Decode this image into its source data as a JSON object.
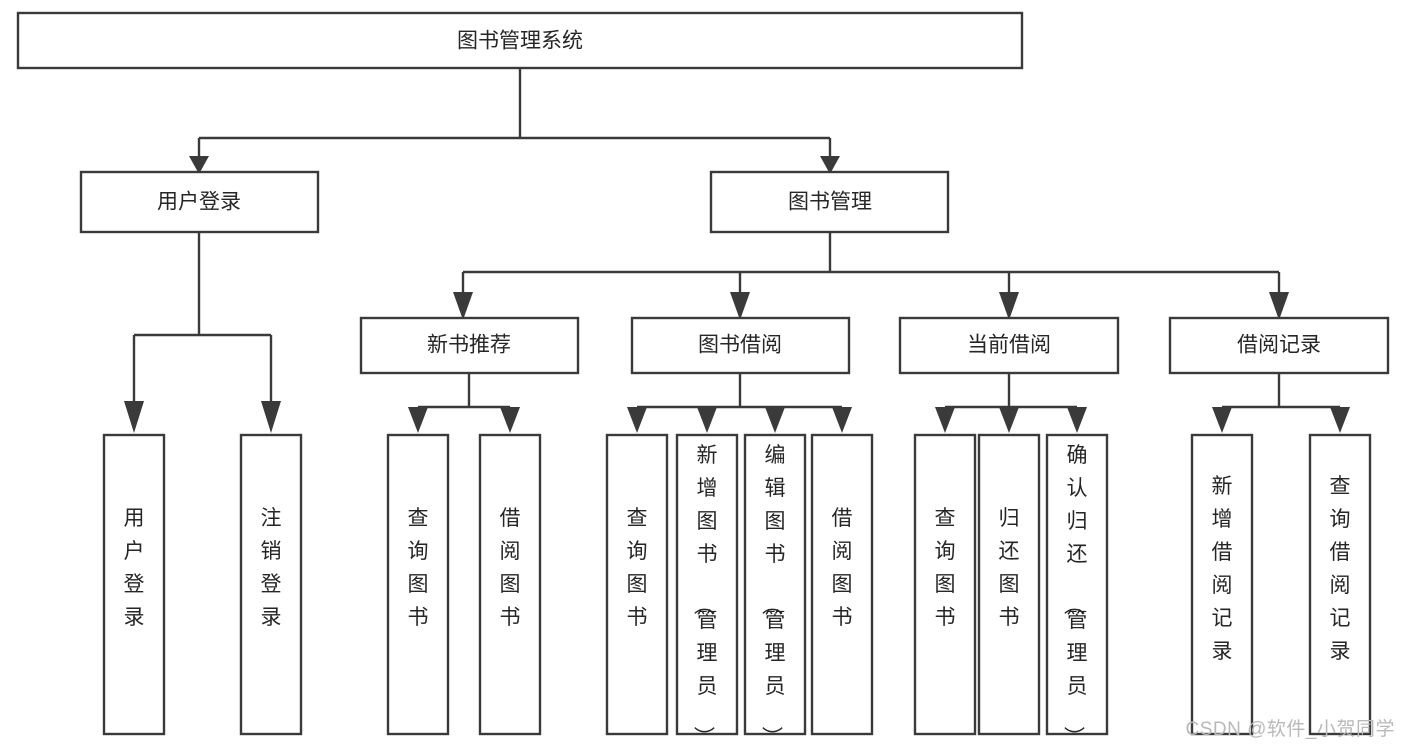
{
  "diagram": {
    "type": "tree-hierarchy-flowchart",
    "title": "图书管理系统",
    "watermark": "CSDN @软件_小贺同学",
    "colors": {
      "stroke": "#3a3a3a",
      "fill": "#ffffff",
      "text": "#262626",
      "background": "#ffffff",
      "watermark": "#b9b9b9"
    },
    "levels": {
      "root": {
        "label": "图书管理系统"
      },
      "level2": [
        {
          "label": "用户登录"
        },
        {
          "label": "图书管理"
        }
      ],
      "level3": [
        {
          "label": "新书推荐"
        },
        {
          "label": "图书借阅"
        },
        {
          "label": "当前借阅"
        },
        {
          "label": "借阅记录"
        }
      ],
      "leaves": [
        {
          "label": "用户登录",
          "parent": "用户登录"
        },
        {
          "label": "注销登录",
          "parent": "用户登录"
        },
        {
          "label": "查询图书",
          "parent": "新书推荐"
        },
        {
          "label": "借阅图书",
          "parent": "新书推荐"
        },
        {
          "label": "查询图书",
          "parent": "图书借阅"
        },
        {
          "label": "新增图书（管理员）",
          "parent": "图书借阅"
        },
        {
          "label": "编辑图书（管理员）",
          "parent": "图书借阅"
        },
        {
          "label": "借阅图书",
          "parent": "图书借阅"
        },
        {
          "label": "查询图书",
          "parent": "当前借阅"
        },
        {
          "label": "归还图书",
          "parent": "当前借阅"
        },
        {
          "label": "确认归还（管理员）",
          "parent": "当前借阅"
        },
        {
          "label": "新增借阅记录",
          "parent": "借阅记录"
        },
        {
          "label": "查询借阅记录",
          "parent": "借阅记录"
        }
      ]
    }
  }
}
